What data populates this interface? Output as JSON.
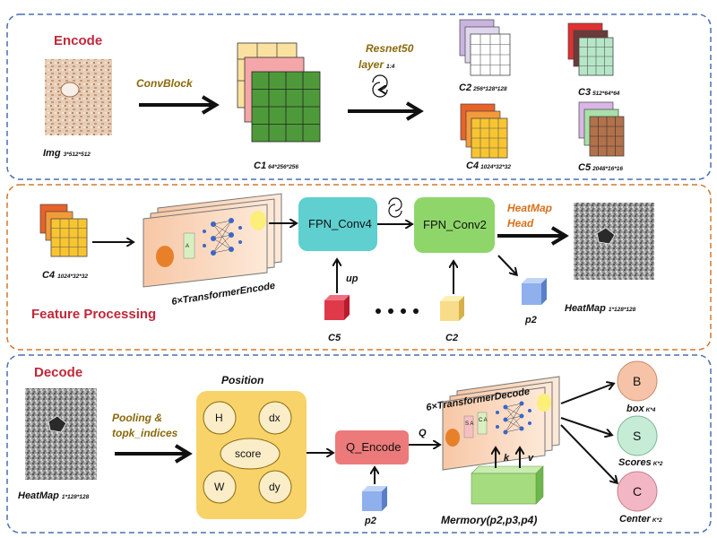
{
  "sections": {
    "encode": "Encode",
    "feature": "Feature Processing",
    "decode": "Decode"
  },
  "encode": {
    "img": "Img",
    "img_sub": "3*512*512",
    "convblock": "ConvBlock",
    "c1": "C1",
    "c1_sub": "64*256*256",
    "resnet_1": "Resnet50",
    "resnet_2": "layer",
    "resnet_sub": "1:4",
    "c2": "C2",
    "c2_sub": "256*128*128",
    "c3": "C3",
    "c3_sub": "512*64*64",
    "c4": "C4",
    "c4_sub": "1024*32*32",
    "c5": "C5",
    "c5_sub": "2048*16*16"
  },
  "feature": {
    "c4": "C4",
    "c4_sub": "1024*32*32",
    "transformer": "6×TransformerEncode",
    "fpn4": "FPN_Conv4",
    "fpn2": "FPN_Conv2",
    "heatmap_head_1": "HeatMap",
    "heatmap_head_2": "Head",
    "heatmap": "HeatMap",
    "heatmap_sub": "1*128*128",
    "up": "up",
    "c5": "C5",
    "c2": "C2",
    "p2": "p2",
    "a_label": "A"
  },
  "decode": {
    "heatmap": "HeatMap",
    "heatmap_sub": "1*128*128",
    "pooling_1": "Pooling &",
    "pooling_2": "topk_indices",
    "position": "Position",
    "pos_h": "H",
    "pos_dx": "dx",
    "pos_score": "score",
    "pos_w": "W",
    "pos_dy": "dy",
    "q_encode": "Q_Encode",
    "q": "Q",
    "k": "k",
    "v": "v",
    "p2": "p2",
    "transformer": "6×TransformerDecode",
    "memory": "Mermory(p2,p3,p4)",
    "out_b": "B",
    "out_b_lbl": "box",
    "out_b_sub": "K*4",
    "out_s": "S",
    "out_s_lbl": "Scores",
    "out_s_sub": "K*2",
    "out_c": "C",
    "out_c_lbl": "Center",
    "out_c_sub": "K*2",
    "sa": "S A",
    "ca": "C A"
  },
  "colors": {
    "dash_blue": "#4a6fb0",
    "dash_orange": "#d2782a",
    "title_red": "#c0283a",
    "fpn": "#5fcfcf",
    "fpn2": "#8fd66a",
    "q_encode": "#ec7a7a",
    "position_bg": "#f7d36a",
    "circle_fill": "#f6c3a8"
  }
}
